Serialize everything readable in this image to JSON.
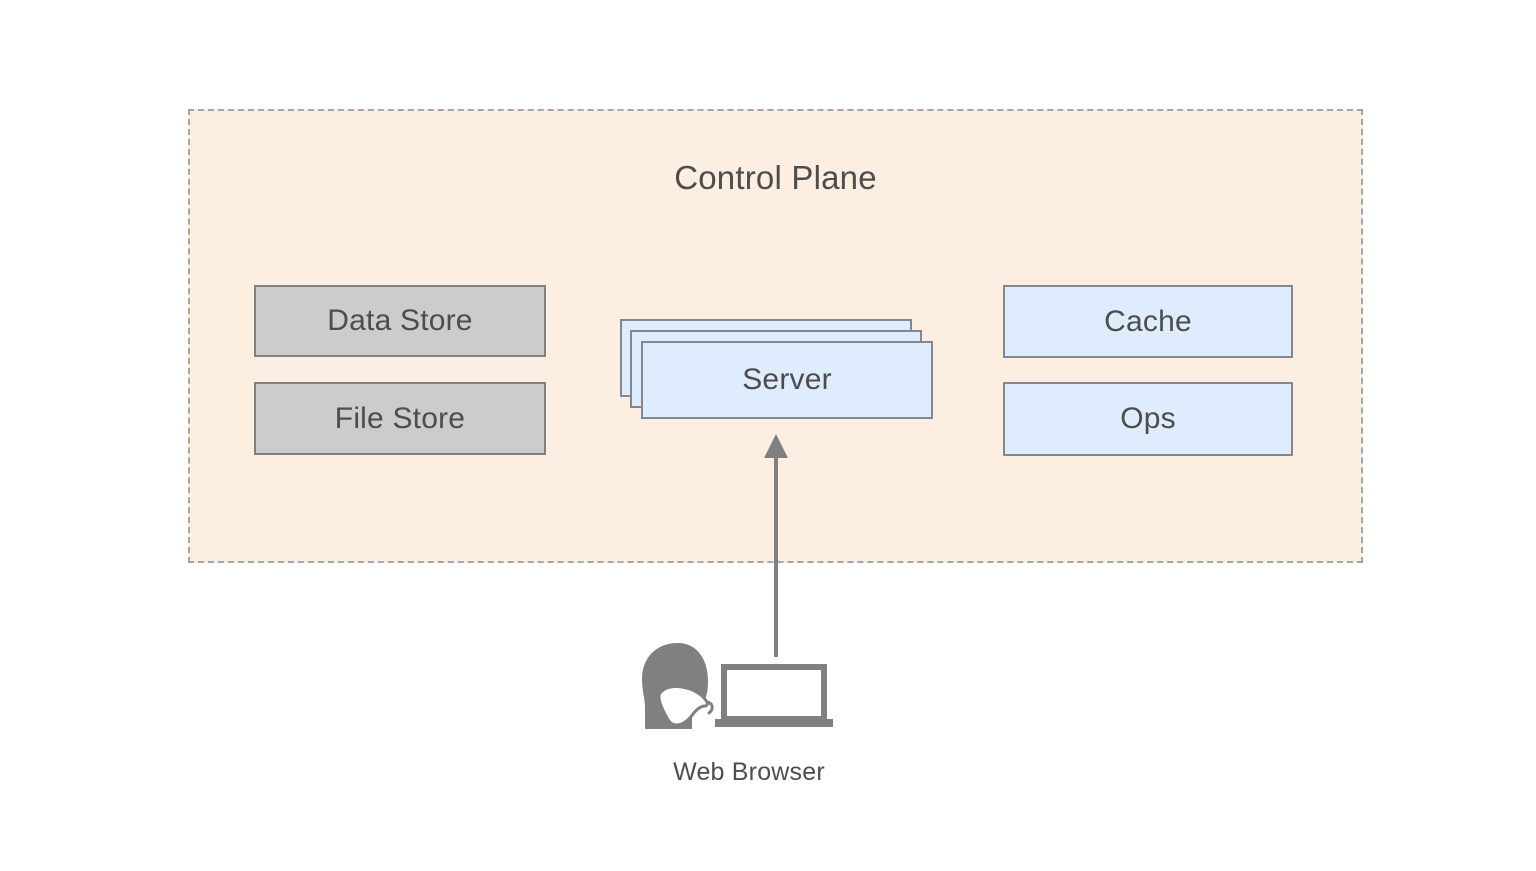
{
  "diagram": {
    "title": "Control Plane",
    "boundary": {
      "label": "Control Plane",
      "style": "dashed",
      "fill_color": "#FCEEE0",
      "border_color": "#A6A6A6"
    },
    "nodes": [
      {
        "id": "data-store",
        "label": "Data Store",
        "shape": "rectangle",
        "fill_color": "#CCCCCC",
        "border_color": "#808080",
        "group": "left"
      },
      {
        "id": "file-store",
        "label": "File Store",
        "shape": "rectangle",
        "fill_color": "#CCCCCC",
        "border_color": "#808080",
        "group": "left"
      },
      {
        "id": "server",
        "label": "Server",
        "shape": "stacked-rectangle",
        "stack_count": 3,
        "fill_color": "#DFECFD",
        "border_color": "#82888F",
        "group": "center"
      },
      {
        "id": "cache",
        "label": "Cache",
        "shape": "rectangle",
        "fill_color": "#DFECFD",
        "border_color": "#82888F",
        "group": "right"
      },
      {
        "id": "ops",
        "label": "Ops",
        "shape": "rectangle",
        "fill_color": "#DFECFD",
        "border_color": "#82888F",
        "group": "right"
      }
    ],
    "actor": {
      "label": "Web Browser",
      "icon": "person-with-mask-and-laptop-icon",
      "color": "#808080"
    },
    "edges": [
      {
        "id": "browser-to-server",
        "from": "web-browser",
        "to": "server",
        "direction": "up",
        "arrowhead": "filled-triangle",
        "color": "#808080",
        "label": ""
      }
    ]
  }
}
